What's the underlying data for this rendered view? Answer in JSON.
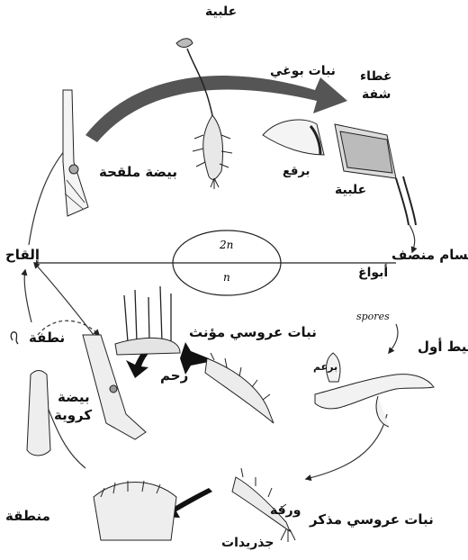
{
  "labels": {
    "capsule_top": "علبية",
    "sporophyte": "نبات بوغي",
    "lid": "غطاء",
    "lip": "شفة",
    "hood": "برقع",
    "capsule_open": "علبية",
    "meiosis": "انقسام منصف",
    "spores_ar": "أبواغ",
    "spores_en": "spores",
    "protonema": "خيط أول",
    "bud": "برعم",
    "male_plant": "نبات عروسي مذكر",
    "leaf": "ورقة",
    "rhizoids": "جذريدات",
    "antheridia_zone": "منطقة",
    "sperm": "نطفة",
    "egg_l1": "بيضة",
    "egg_l2": "كروية",
    "womb": "رحم",
    "female_plant": "نبات عروسي مؤنث",
    "fertilization": "إلقاح",
    "fertilized_egg": "بيضة ملقحة",
    "ploidy_2n": "2n",
    "ploidy_n": "n"
  }
}
